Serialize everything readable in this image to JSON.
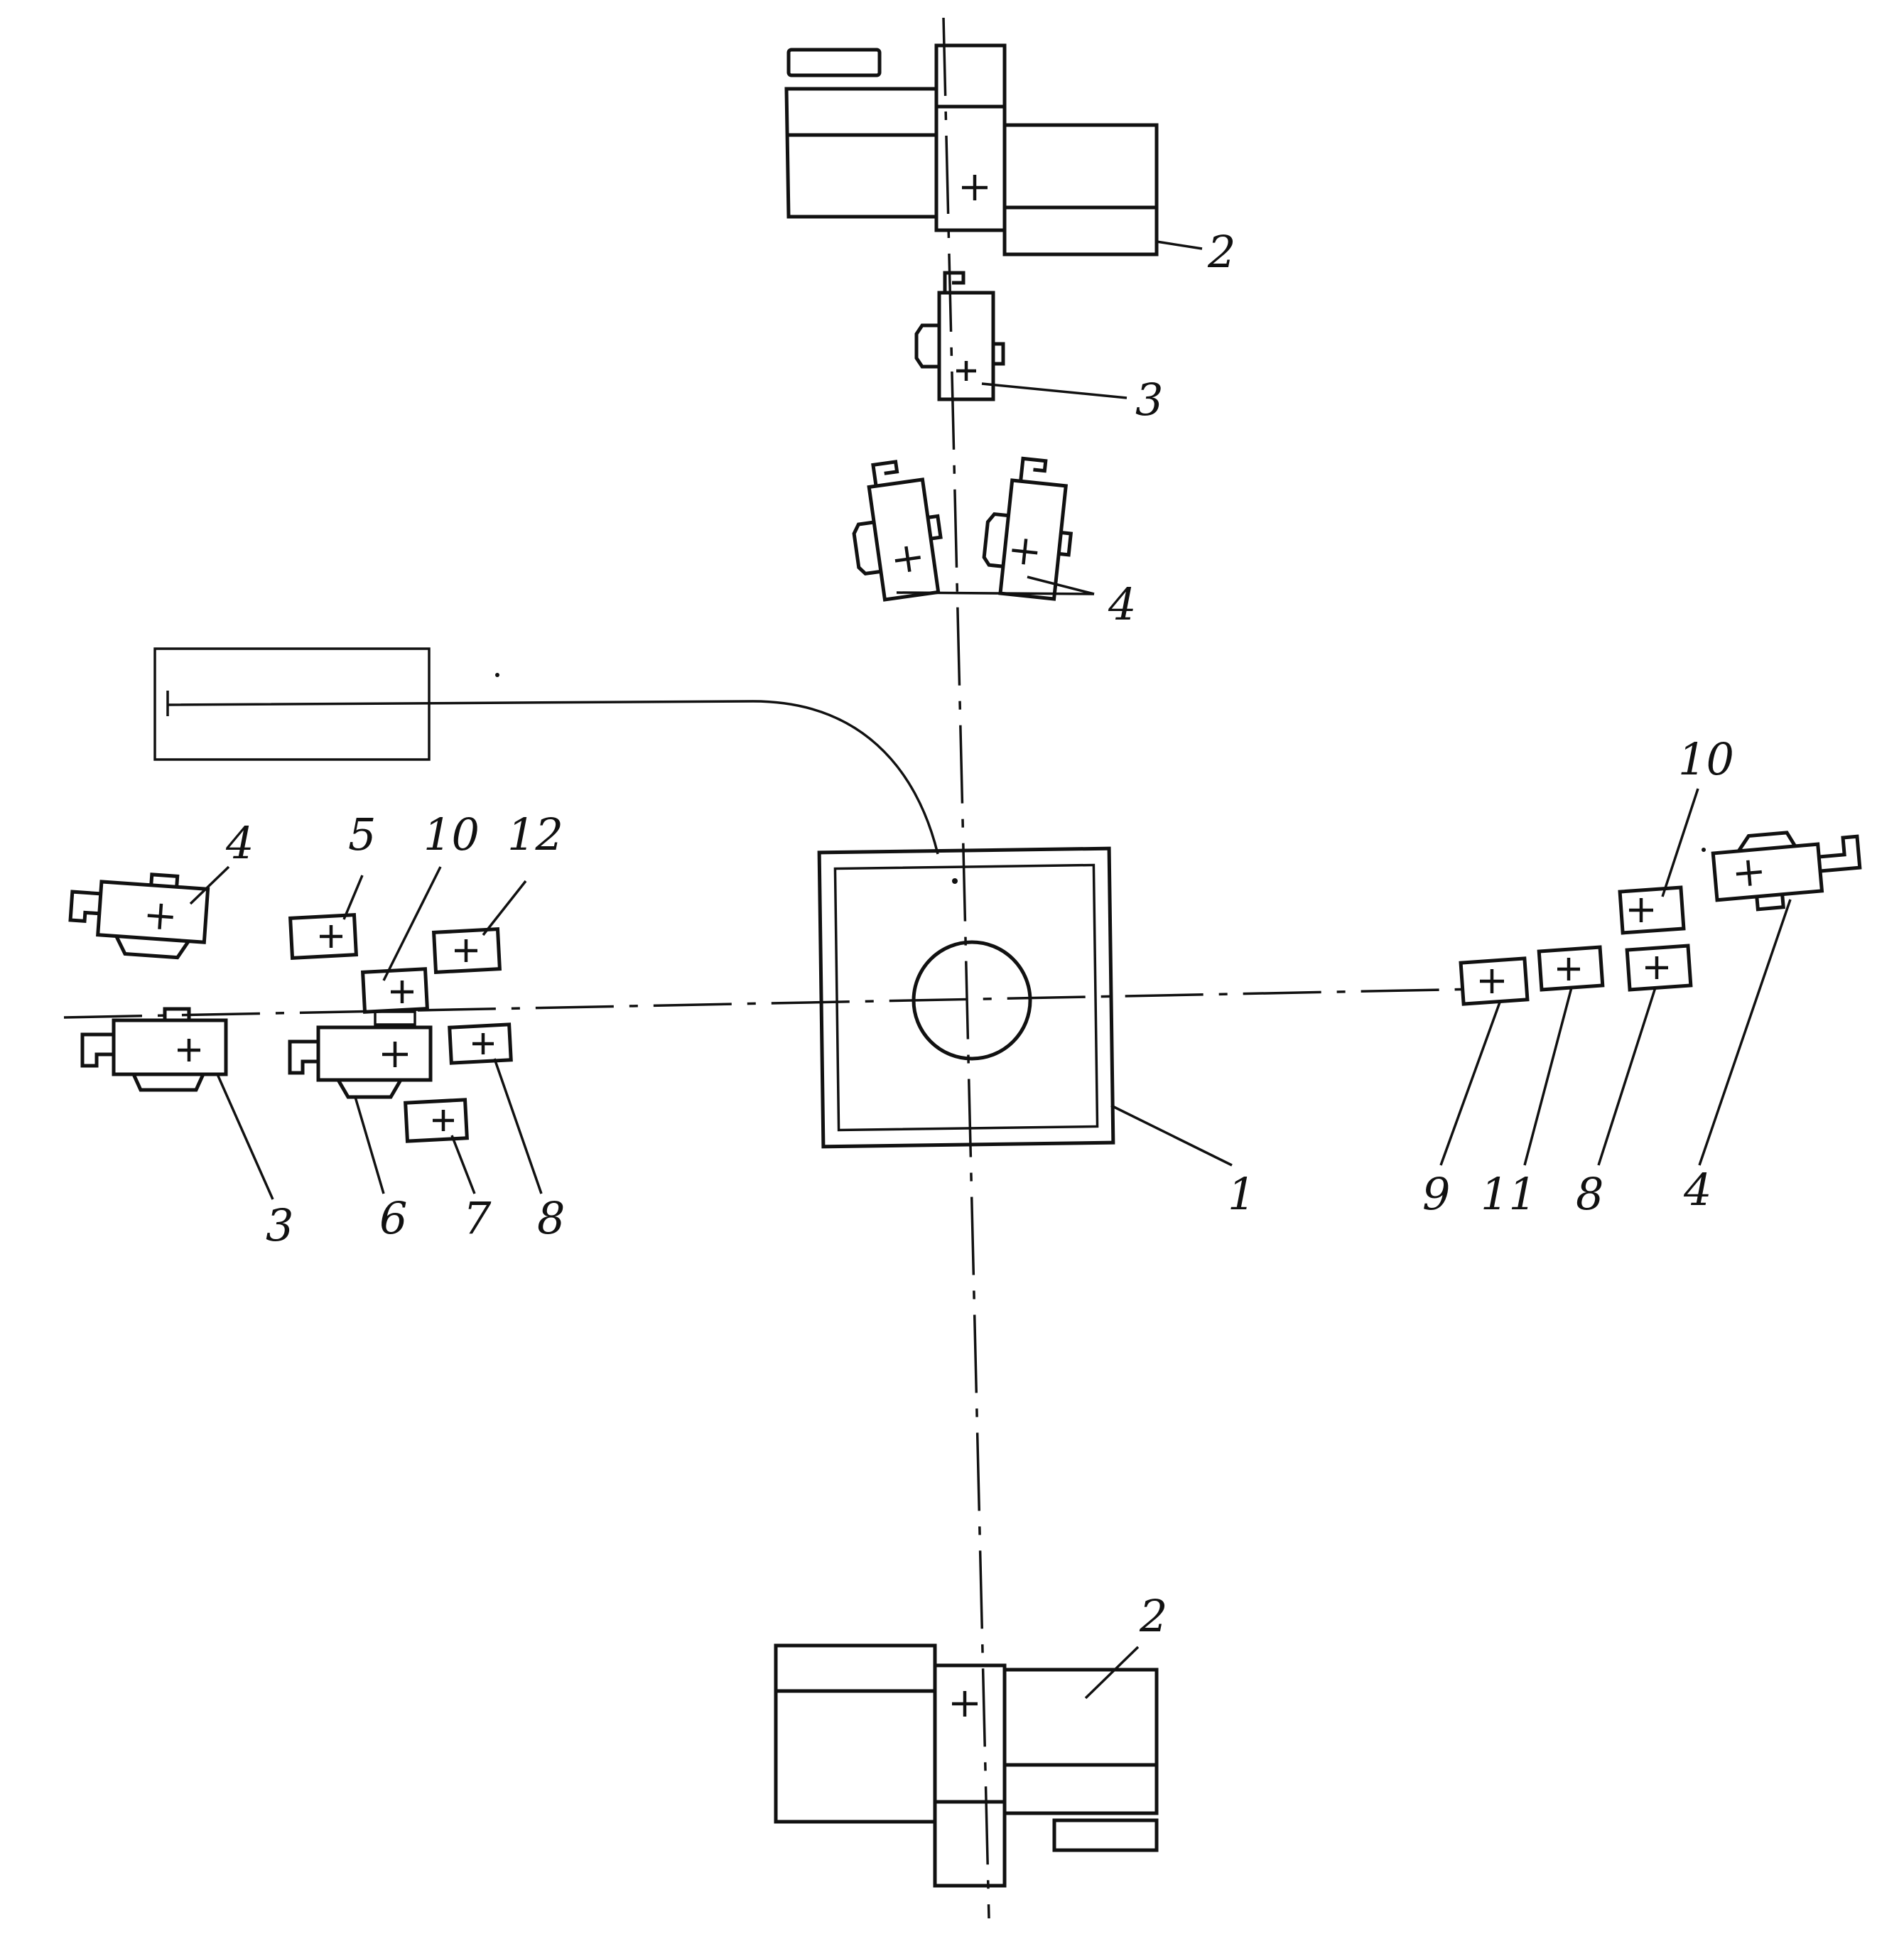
{
  "diagram": {
    "callouts": [
      {
        "id": "c2-top",
        "text": "2"
      },
      {
        "id": "c3-top",
        "text": "3"
      },
      {
        "id": "c4-top",
        "text": "4"
      },
      {
        "id": "c4-left",
        "text": "4"
      },
      {
        "id": "c5-left",
        "text": "5"
      },
      {
        "id": "c10-left",
        "text": "10"
      },
      {
        "id": "c12-left",
        "text": "12"
      },
      {
        "id": "c3-left",
        "text": "3"
      },
      {
        "id": "c6-left",
        "text": "6"
      },
      {
        "id": "c7-left",
        "text": "7"
      },
      {
        "id": "c8-left",
        "text": "8"
      },
      {
        "id": "c1-center",
        "text": "1"
      },
      {
        "id": "c10-right",
        "text": "10"
      },
      {
        "id": "c9-right",
        "text": "9"
      },
      {
        "id": "c11-right",
        "text": "11"
      },
      {
        "id": "c8-right",
        "text": "8"
      },
      {
        "id": "c4-right",
        "text": "4"
      },
      {
        "id": "c2-bottom",
        "text": "2"
      }
    ],
    "colors": {
      "ink": "#111111",
      "paper": "#ffffff"
    }
  }
}
